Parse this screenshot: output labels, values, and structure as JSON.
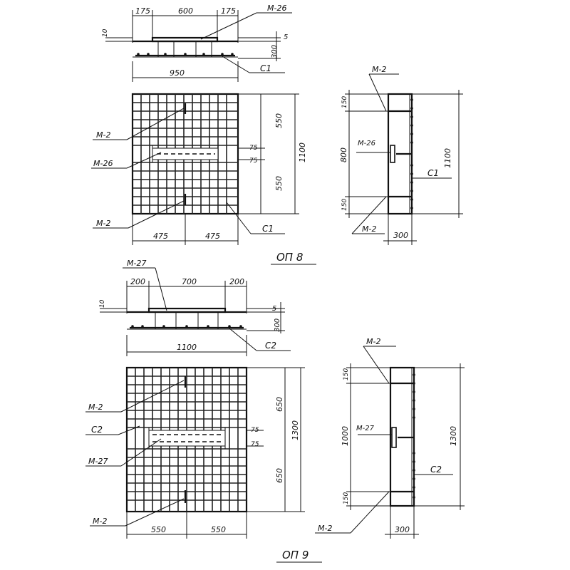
{
  "op8": {
    "title": "ОП 8",
    "top": {
      "d1": "175",
      "d2": "600",
      "d3": "175",
      "total": "950",
      "h_small": "10",
      "h_top": "5",
      "h_depth": "300",
      "lbl_plate": "М-26",
      "lbl_mesh": "С1"
    },
    "plan": {
      "v1": "550",
      "v2": "75",
      "v3": "75",
      "v4": "550",
      "total": "1100",
      "b1": "475",
      "b2": "475",
      "lbl_m2_top": "М-2",
      "lbl_m26": "М-26",
      "lbl_m2_bot": "М-2",
      "lbl_c1": "С1"
    },
    "side": {
      "v1": "150",
      "v2": "800",
      "v3": "150",
      "total": "1100",
      "w": "300",
      "lbl_m2_top": "М-2",
      "lbl_m26": "М-26",
      "lbl_c1": "С1",
      "lbl_m2_bot": "М-2"
    }
  },
  "op9": {
    "title": "ОП 9",
    "top": {
      "d1": "200",
      "d2": "700",
      "d3": "200",
      "total": "1100",
      "h_small": "10",
      "h_top": "5",
      "h_depth": "300",
      "lbl_plate": "М-27",
      "lbl_mesh": "С2"
    },
    "plan": {
      "v1": "650",
      "v2": "75",
      "v3": "75",
      "v4": "650",
      "total": "1300",
      "b1": "550",
      "b2": "550",
      "lbl_m2_top": "М-2",
      "lbl_c2": "С2",
      "lbl_m27": "М-27",
      "lbl_m2_bot": "М-2"
    },
    "side": {
      "v1": "150",
      "v2": "1000",
      "v3": "150",
      "total": "1300",
      "w": "300",
      "lbl_m2_top": "М-2",
      "lbl_m27": "М-27",
      "lbl_c2": "С2",
      "lbl_m2_bot": "М-2"
    }
  }
}
